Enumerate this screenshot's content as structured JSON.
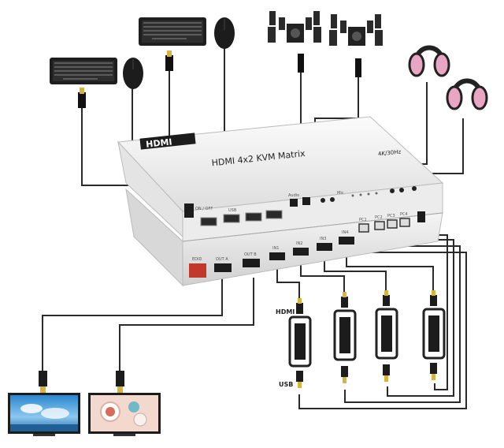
{
  "device": {
    "logo": "HDMI",
    "name": "HDMI 4x2 KVM Matrix",
    "resolution": "4K/30Hz"
  },
  "back_panel": {
    "power_switch": "ON / OFF",
    "usb_ports_label": "USB",
    "audio_label": "Audio",
    "mic_label": "Mic"
  },
  "front_panel": {
    "edid": "EDID",
    "out_a": "OUT A",
    "out_b": "OUT B",
    "in_labels": [
      "IN1",
      "IN2",
      "IN3",
      "IN4"
    ],
    "usb_labels": [
      "PC1",
      "PC2",
      "PC3",
      "PC4"
    ]
  },
  "adapters": {
    "hdmi_label": "HDMI",
    "usb_label": "USB"
  },
  "colors": {
    "device_body": "#f1f1f1",
    "cable": "#2a2a2a",
    "headphone_pink": "#e8a5c4",
    "monitor_sky": "#4aa3df"
  }
}
